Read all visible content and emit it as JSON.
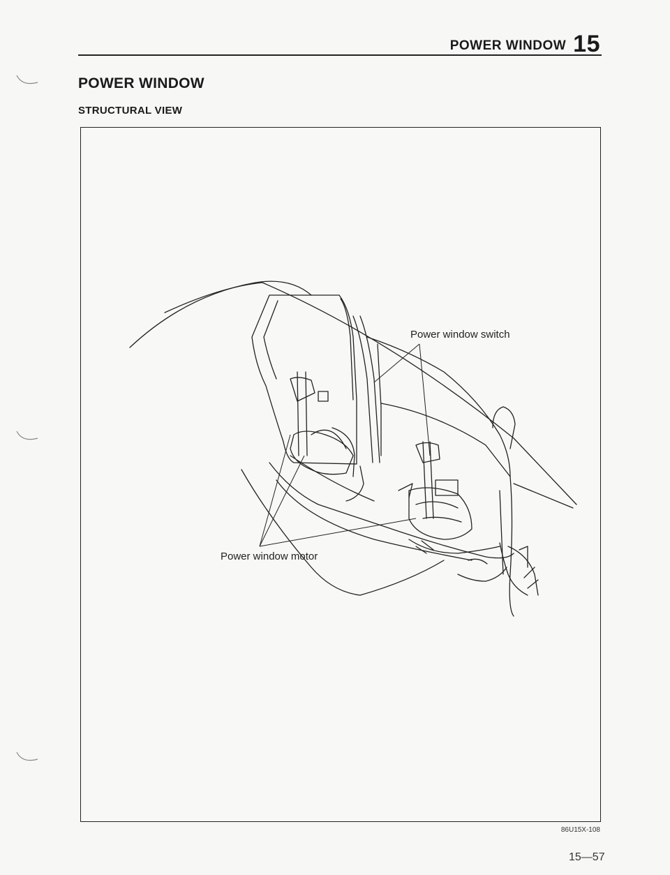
{
  "header": {
    "section_title": "POWER WINDOW",
    "section_number": "15"
  },
  "page": {
    "title": "POWER WINDOW",
    "section": "STRUCTURAL VIEW",
    "figure_code": "86U15X-108",
    "page_number": "15—57"
  },
  "figure": {
    "callouts": {
      "switch": "Power window switch",
      "motor": "Power window motor"
    }
  },
  "colors": {
    "ink": "#222222",
    "paper": "#f8f8f6"
  }
}
